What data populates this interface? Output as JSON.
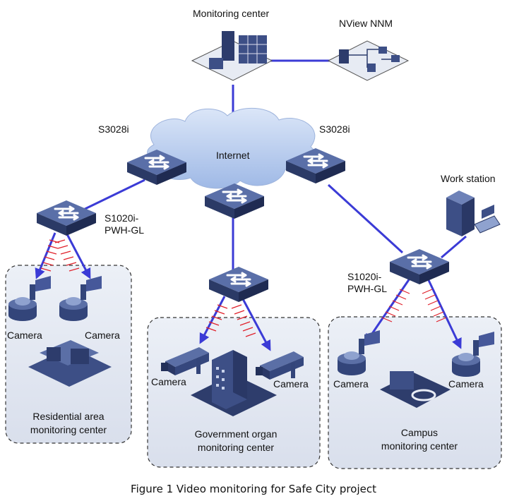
{
  "caption": "Figure 1 Video monitoring for Safe City project",
  "nodes": {
    "monitoring_center": "Monitoring center",
    "nview_nnm": "NView NNM",
    "internet": "Internet",
    "switch_left_core": "S3028i",
    "switch_right_core": "S3028i",
    "switch_left_access_line1": "S1020i-",
    "switch_left_access_line2": "PWH-GL",
    "switch_right_access_line1": "S1020i-",
    "switch_right_access_line2": "PWH-GL",
    "work_station": "Work station"
  },
  "zones": {
    "residential": {
      "line1": "Residential area",
      "line2": "monitoring center",
      "camera_left": "Camera",
      "camera_right": "Camera"
    },
    "government": {
      "line1": "Government organ",
      "line2": "monitoring center",
      "camera_left": "Camera",
      "camera_right": "Camera"
    },
    "campus": {
      "line1": "Campus",
      "line2": "monitoring center",
      "camera_left": "Camera",
      "camera_right": "Camera"
    }
  },
  "colors": {
    "link": "#3b3bd6",
    "wireless": "#e0202a",
    "device": "#3d4f86",
    "zone_fill": "#e4e8f1",
    "cloud": "#b9cdf0"
  }
}
